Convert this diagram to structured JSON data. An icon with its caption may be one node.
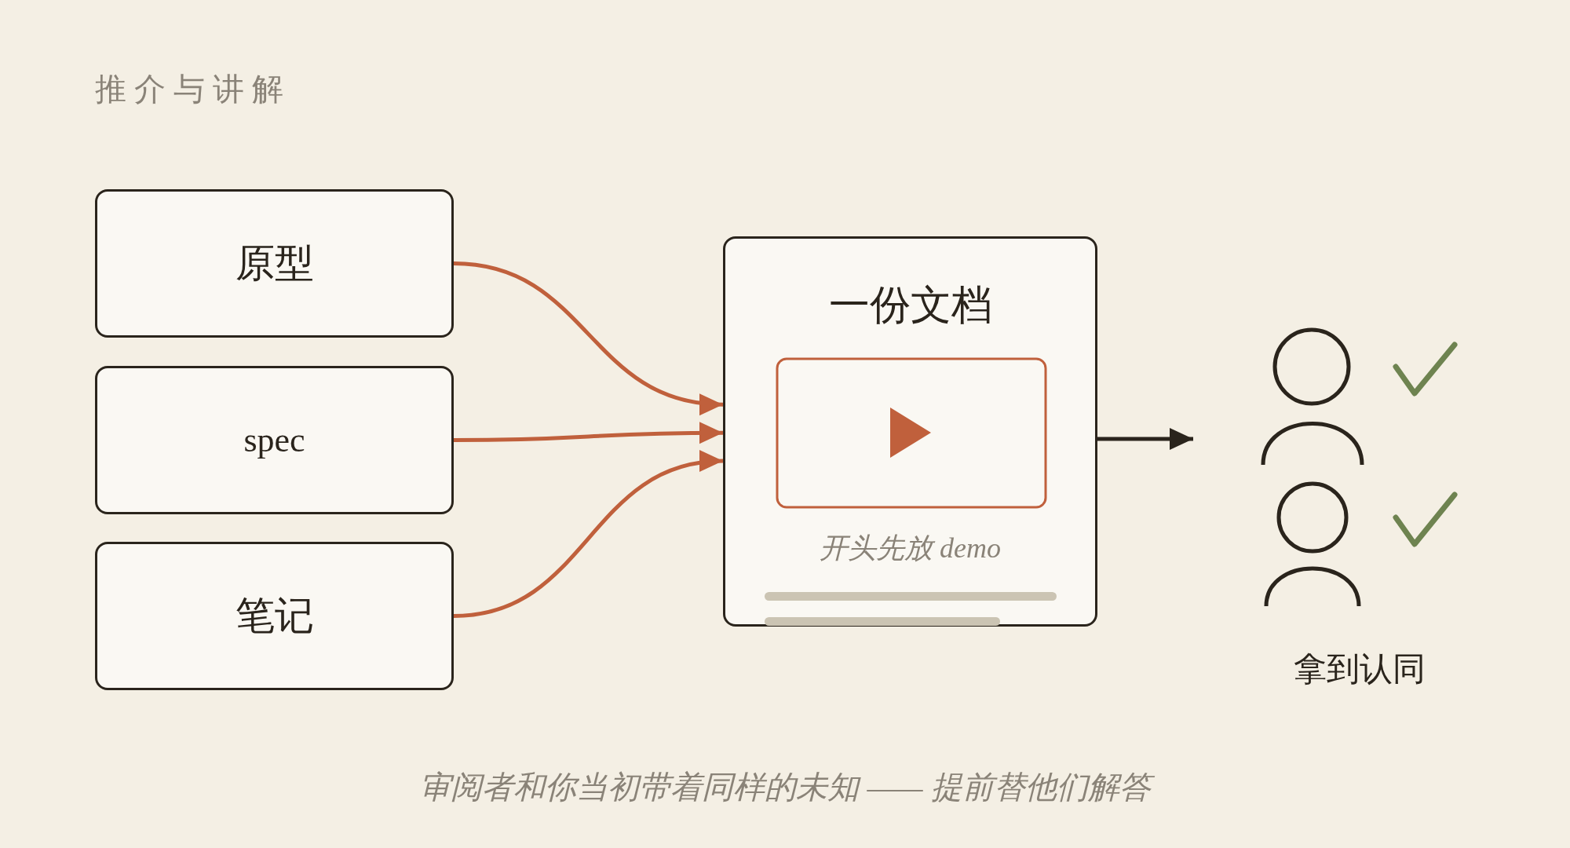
{
  "diagram": {
    "title": "推 介 与 讲 解",
    "caption": "审阅者和你当初带着同样的未知 —— 提前替他们解答",
    "nodes": [
      {
        "text": [
          "原型"
        ]
      },
      {
        "text": [
          "spec"
        ]
      },
      {
        "text": [
          "笔记"
        ]
      },
      {
        "text": [
          "一份文档",
          "开头先放 demo"
        ]
      },
      {
        "text": [
          "拿到认同"
        ]
      }
    ],
    "edges": [
      {
        "from": 0,
        "to": 3,
        "arrow": "to"
      },
      {
        "from": 1,
        "to": 3,
        "arrow": "to"
      },
      {
        "from": 2,
        "to": 3,
        "arrow": "to"
      },
      {
        "from": 3,
        "to": 4,
        "arrow": "to",
        "color": "#2a241c"
      }
    ]
  }
}
